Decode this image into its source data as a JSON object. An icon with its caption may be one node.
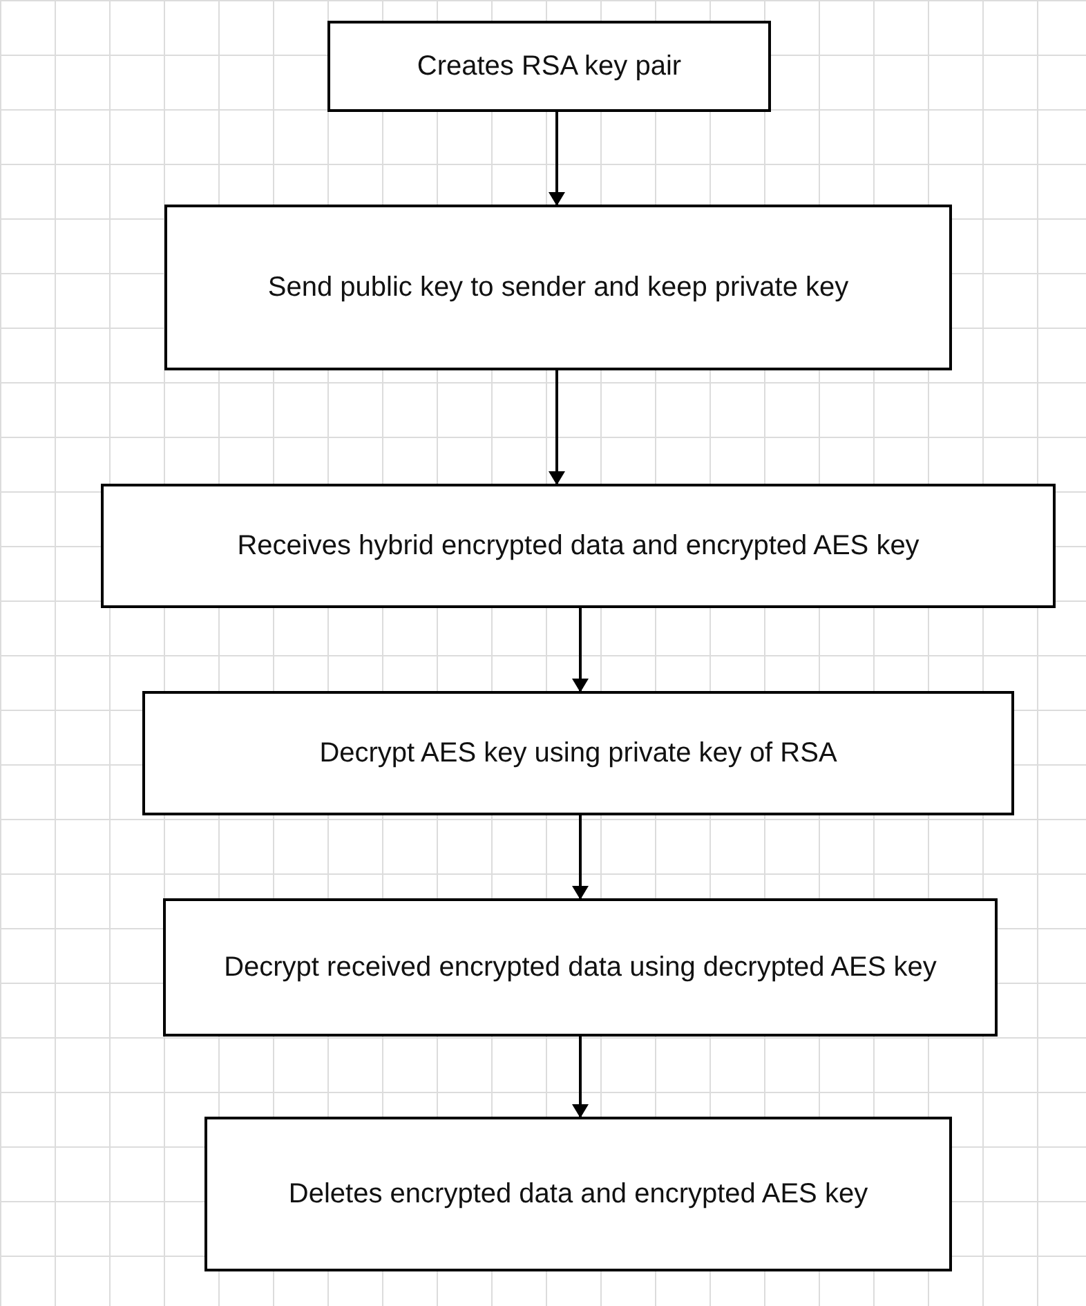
{
  "diagram": {
    "nodes": [
      {
        "text": [
          "Creates RSA key pair"
        ]
      },
      {
        "text": [
          "Send public key to sender and keep private key"
        ]
      },
      {
        "text": [
          "Receives hybrid encrypted data and encrypted AES key"
        ]
      },
      {
        "text": [
          "Decrypt AES key using private key of RSA"
        ]
      },
      {
        "text": [
          "Decrypt received encrypted data using decrypted AES key"
        ]
      },
      {
        "text": [
          "Deletes encrypted data and encrypted AES key"
        ]
      }
    ],
    "edges": [
      {
        "from": 0,
        "to": 1,
        "arrow": "to"
      },
      {
        "from": 1,
        "to": 2,
        "arrow": "to"
      },
      {
        "from": 2,
        "to": 3,
        "arrow": "to"
      },
      {
        "from": 3,
        "to": 4,
        "arrow": "to"
      },
      {
        "from": 4,
        "to": 5,
        "arrow": "to"
      }
    ]
  }
}
